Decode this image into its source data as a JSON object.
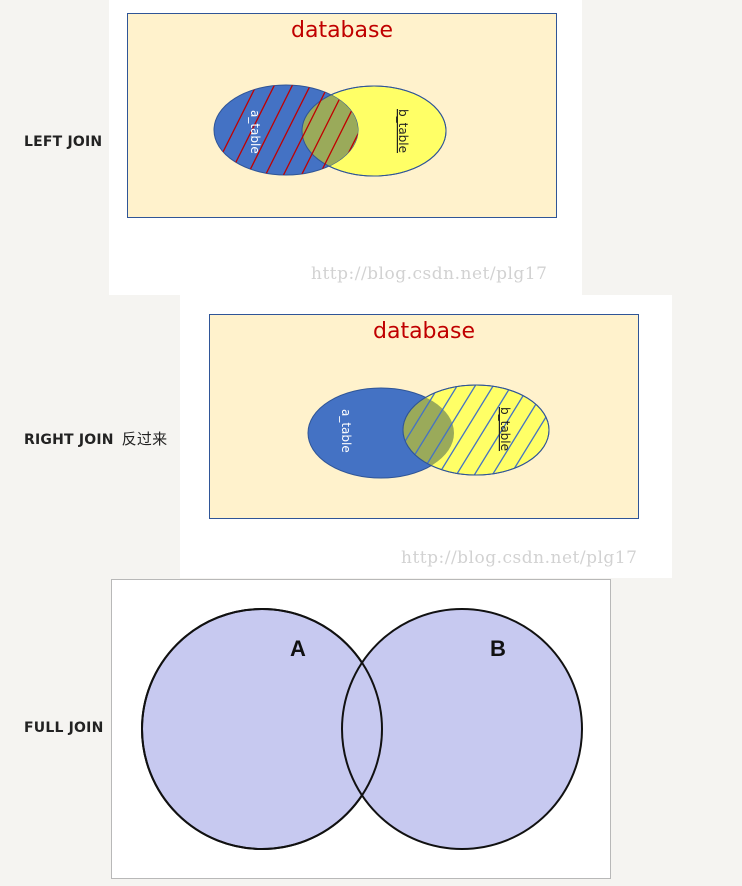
{
  "left_join": {
    "label": "LEFT JOIN",
    "box_title": "database",
    "a_label": "a_table",
    "b_label": "b_table",
    "watermark": "http://blog.csdn.net/plg17"
  },
  "right_join": {
    "label": "RIGHT JOIN",
    "note": "反过来",
    "box_title": "database",
    "a_label": "a_table",
    "b_label": "b_table",
    "watermark": "http://blog.csdn.net/plg17"
  },
  "full_join": {
    "label": "FULL JOIN",
    "a_label": "A",
    "b_label": "B"
  },
  "colors": {
    "a_table_fill": "#4472c4",
    "b_table_fill": "#ffff66",
    "overlap_fill": "#9aaa5a",
    "hatch_red": "#c00000",
    "hatch_blue": "#4472c4",
    "db_fill": "#fff2cc",
    "db_title": "#c00000",
    "venn_fill": "#c7c9f0"
  }
}
